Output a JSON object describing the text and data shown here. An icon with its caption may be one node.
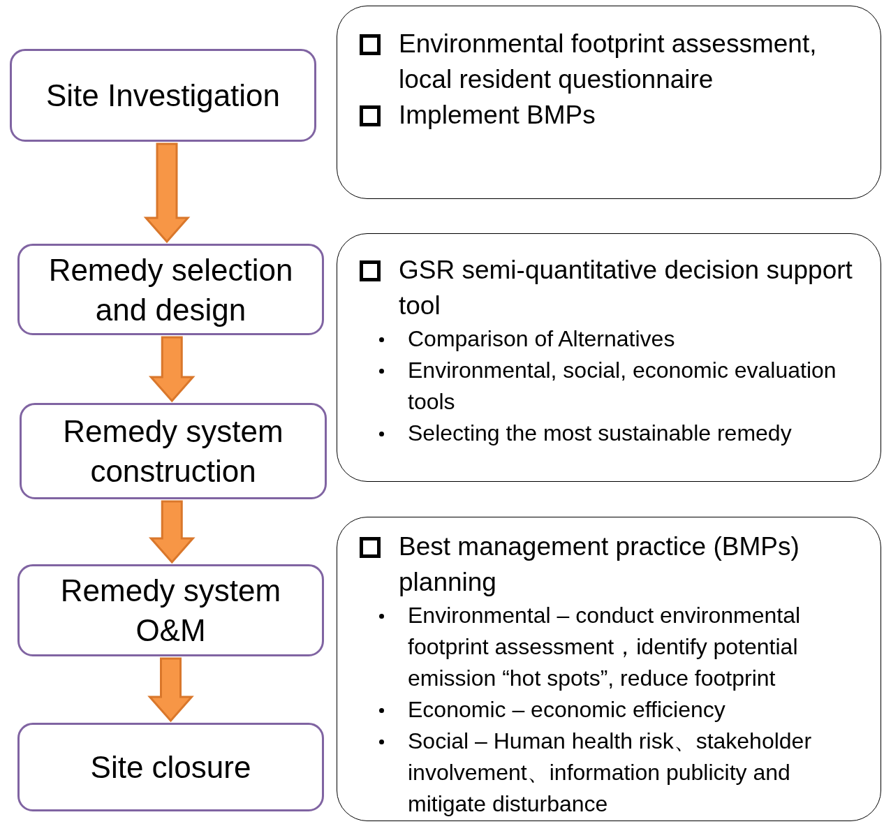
{
  "diagram": {
    "nodes": [
      {
        "text": [
          "Site Investigation"
        ]
      },
      {
        "text": [
          "Remedy selection and design"
        ]
      },
      {
        "text": [
          "Remedy system construction"
        ]
      },
      {
        "text": [
          "Remedy system O&M"
        ]
      },
      {
        "text": [
          "Site closure"
        ]
      },
      {
        "text": [
          "Environmental footprint assessment, local resident questionnaire",
          "Implement BMPs"
        ]
      },
      {
        "text": [
          "GSR semi-quantitative decision support tool",
          "Comparison of Alternatives",
          "Environmental, social, economic evaluation tools",
          "Selecting the most sustainable remedy"
        ]
      },
      {
        "text": [
          "Best management practice (BMPs) planning",
          "Environmental – conduct environmental footprint assessment，identify potential emission “hot spots”, reduce footprint",
          "Economic – economic efficiency",
          "Social – Human health risk、stakeholder involvement、information publicity and mitigate disturbance"
        ]
      }
    ],
    "edges": [
      {
        "from": 0,
        "to": 1,
        "arrow": "to"
      },
      {
        "from": 1,
        "to": 2,
        "arrow": "to"
      },
      {
        "from": 2,
        "to": 3,
        "arrow": "to"
      },
      {
        "from": 3,
        "to": 4,
        "arrow": "to"
      }
    ]
  }
}
